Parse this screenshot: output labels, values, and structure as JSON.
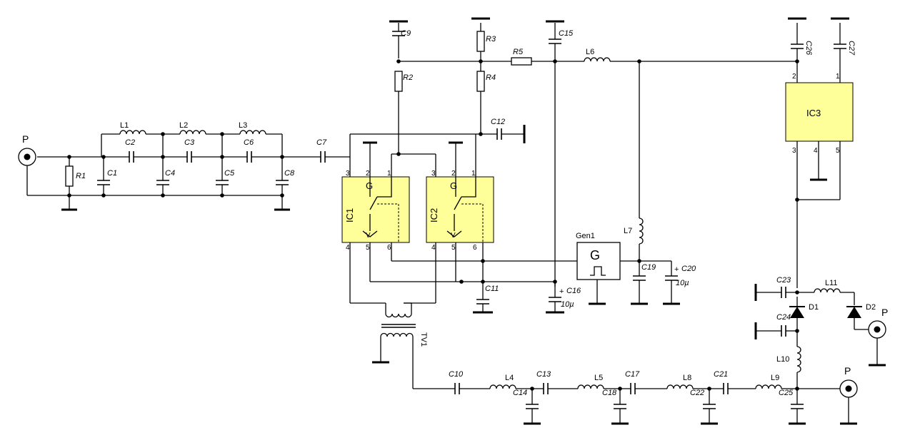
{
  "ports": {
    "p_in": "P",
    "p_out": "P",
    "p_aux": "P"
  },
  "ics": {
    "ic1": {
      "name": "IC1",
      "pins": [
        "3",
        "2",
        "1",
        "4",
        "5",
        "6"
      ],
      "g_mark": "G",
      "v_mark": "V"
    },
    "ic2": {
      "name": "IC2",
      "pins": [
        "3",
        "2",
        "1",
        "4",
        "5",
        "6"
      ],
      "g_mark": "G",
      "v_mark": "V"
    },
    "ic3": {
      "name": "IC3",
      "pins": [
        "2",
        "1",
        "3",
        "4",
        "5"
      ]
    }
  },
  "generator": {
    "name": "Gen1",
    "symbol": "G"
  },
  "transformer": {
    "name": "TV1"
  },
  "resistors": {
    "r1": "R1",
    "r2": "R2",
    "r3": "R3",
    "r4": "R4",
    "r5": "R5"
  },
  "inductors": {
    "l1": "L1",
    "l2": "L2",
    "l3": "L3",
    "l4": "L4",
    "l5": "L5",
    "l6": "L6",
    "l7": "L7",
    "l8": "L8",
    "l9": "L9",
    "l10": "L10",
    "l11": "L11"
  },
  "capacitors": {
    "c1": "C1",
    "c2": "C2",
    "c3": "C3",
    "c4": "C4",
    "c5": "C5",
    "c6": "C6",
    "c7": "C7",
    "c8": "C8",
    "c9": "C9",
    "c10": "C10",
    "c11": "C11",
    "c12": "C12",
    "c13": "C13",
    "c14": "C14",
    "c15": "C15",
    "c16": "C16",
    "c17": "C17",
    "c18": "C18",
    "c19": "C19",
    "c20": "C20",
    "c21": "C21",
    "c22": "C22",
    "c23": "C23",
    "c24": "C24",
    "c25": "C25",
    "c26": "C26",
    "c27": "C27"
  },
  "cap_values": {
    "c16": "10µ",
    "c20": "10µ"
  },
  "polarity": {
    "plus": "+"
  },
  "diodes": {
    "d1": "D1",
    "d2": "D2"
  }
}
